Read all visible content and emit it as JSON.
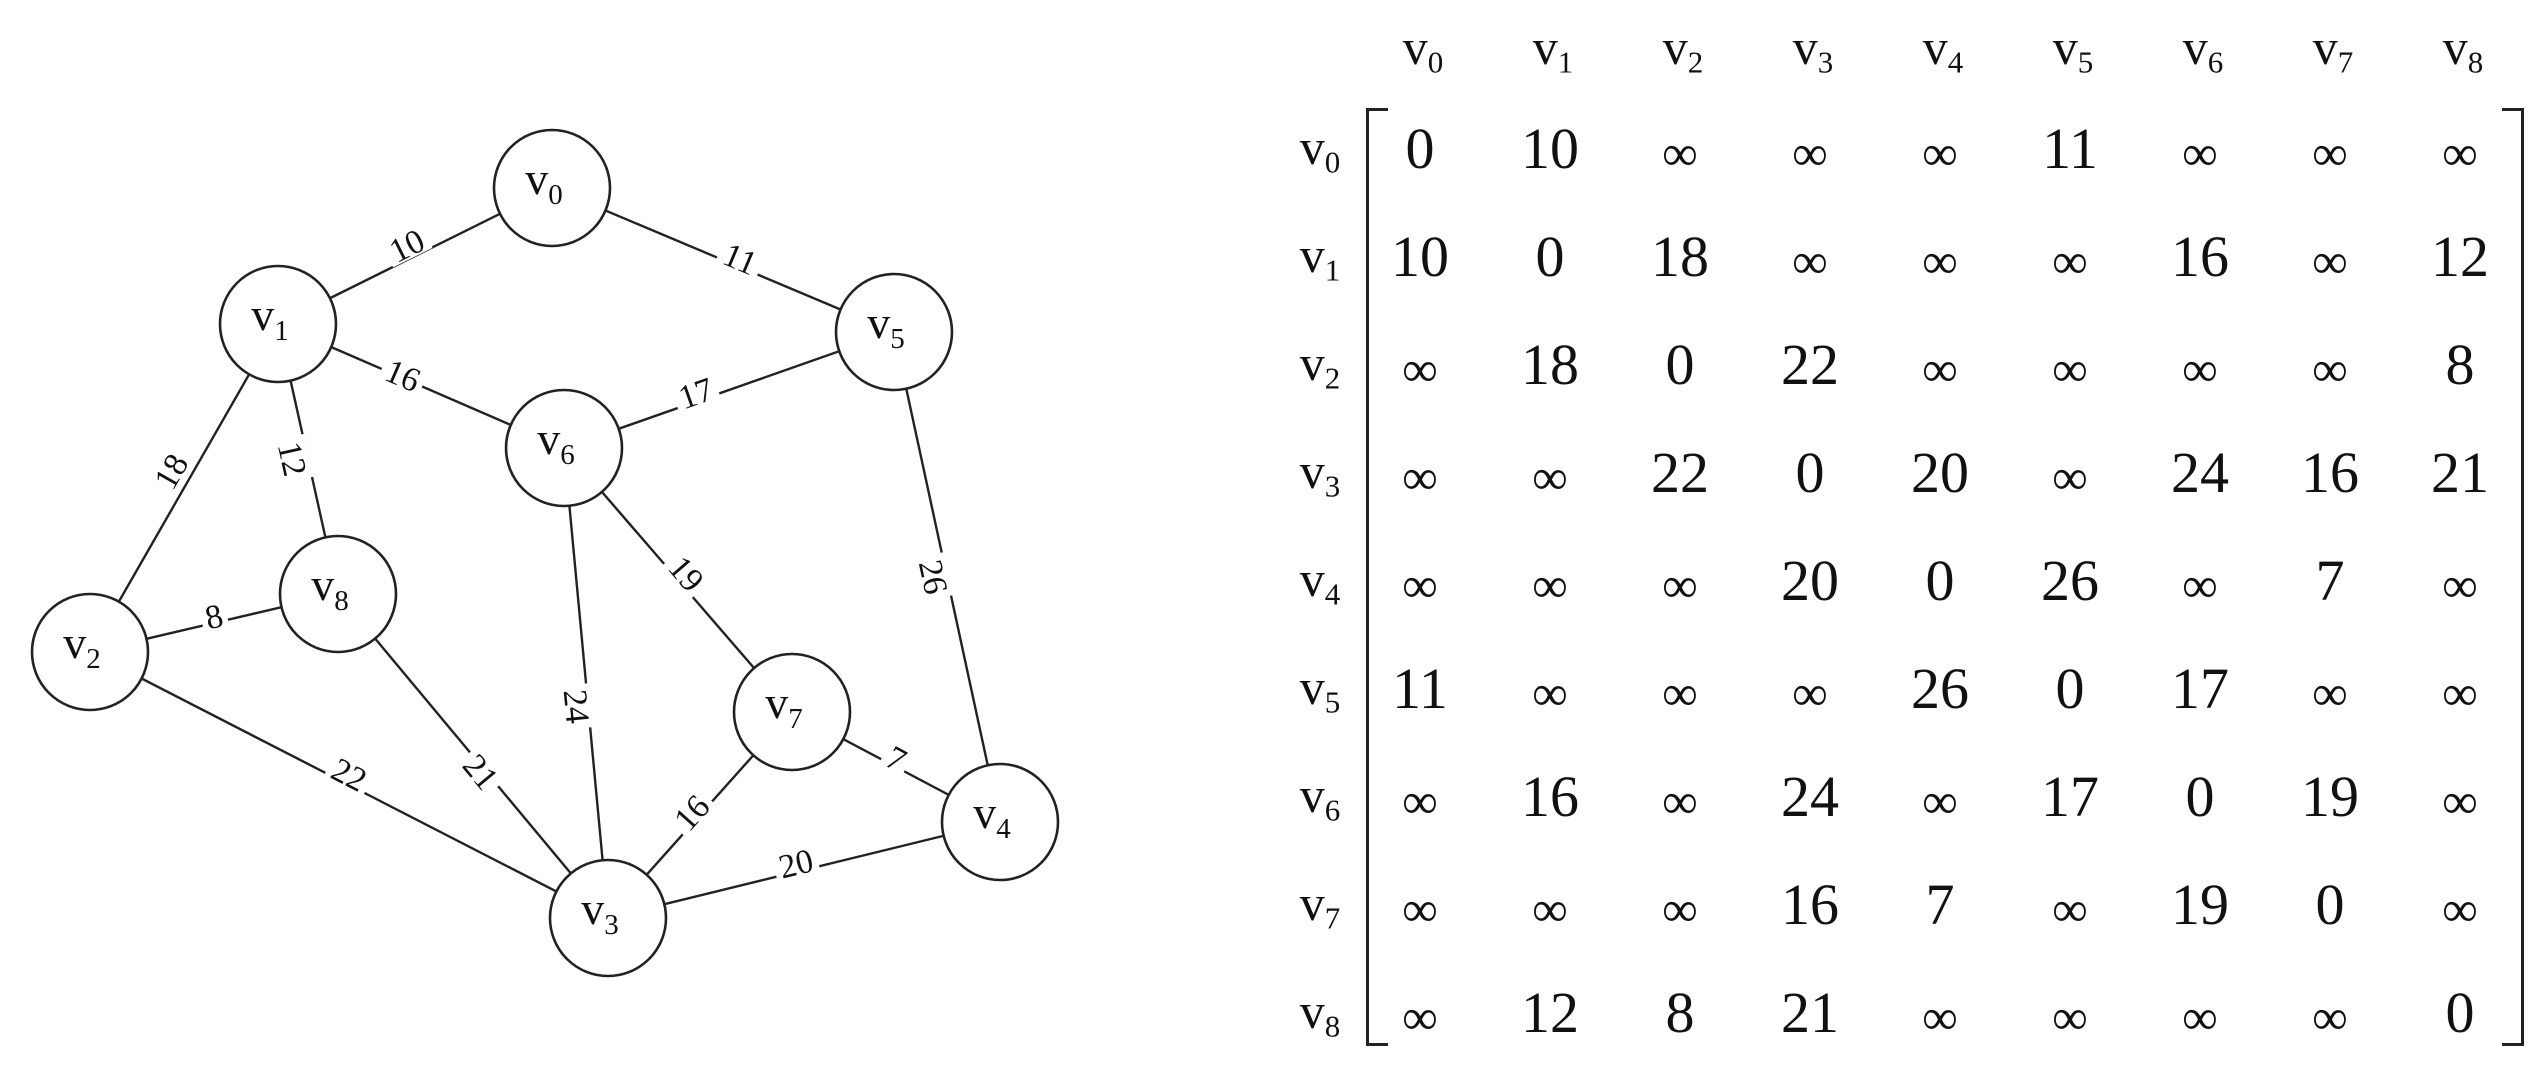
{
  "graph": {
    "nodes": [
      {
        "id": "v0",
        "label": "v",
        "sub": "0"
      },
      {
        "id": "v1",
        "label": "v",
        "sub": "1"
      },
      {
        "id": "v2",
        "label": "v",
        "sub": "2"
      },
      {
        "id": "v3",
        "label": "v",
        "sub": "3"
      },
      {
        "id": "v4",
        "label": "v",
        "sub": "4"
      },
      {
        "id": "v5",
        "label": "v",
        "sub": "5"
      },
      {
        "id": "v6",
        "label": "v",
        "sub": "6"
      },
      {
        "id": "v7",
        "label": "v",
        "sub": "7"
      },
      {
        "id": "v8",
        "label": "v",
        "sub": "8"
      }
    ],
    "edges": [
      {
        "from": "v0",
        "to": "v1",
        "weight": "10"
      },
      {
        "from": "v0",
        "to": "v5",
        "weight": "11"
      },
      {
        "from": "v1",
        "to": "v6",
        "weight": "16"
      },
      {
        "from": "v5",
        "to": "v6",
        "weight": "17"
      },
      {
        "from": "v1",
        "to": "v2",
        "weight": "18"
      },
      {
        "from": "v1",
        "to": "v8",
        "weight": "12"
      },
      {
        "from": "v2",
        "to": "v8",
        "weight": "8"
      },
      {
        "from": "v2",
        "to": "v3",
        "weight": "22"
      },
      {
        "from": "v8",
        "to": "v3",
        "weight": "21"
      },
      {
        "from": "v6",
        "to": "v3",
        "weight": "24"
      },
      {
        "from": "v6",
        "to": "v7",
        "weight": "19"
      },
      {
        "from": "v7",
        "to": "v3",
        "weight": "16"
      },
      {
        "from": "v7",
        "to": "v4",
        "weight": "7"
      },
      {
        "from": "v3",
        "to": "v4",
        "weight": "20"
      },
      {
        "from": "v5",
        "to": "v4",
        "weight": "26"
      }
    ]
  },
  "matrix": {
    "headers": [
      {
        "label": "v",
        "sub": "0"
      },
      {
        "label": "v",
        "sub": "1"
      },
      {
        "label": "v",
        "sub": "2"
      },
      {
        "label": "v",
        "sub": "3"
      },
      {
        "label": "v",
        "sub": "4"
      },
      {
        "label": "v",
        "sub": "5"
      },
      {
        "label": "v",
        "sub": "6"
      },
      {
        "label": "v",
        "sub": "7"
      },
      {
        "label": "v",
        "sub": "8"
      }
    ],
    "rows": [
      [
        "0",
        "10",
        "∞",
        "∞",
        "∞",
        "11",
        "∞",
        "∞",
        "∞"
      ],
      [
        "10",
        "0",
        "18",
        "∞",
        "∞",
        "∞",
        "16",
        "∞",
        "12"
      ],
      [
        "∞",
        "18",
        "0",
        "22",
        "∞",
        "∞",
        "∞",
        "∞",
        "8"
      ],
      [
        "∞",
        "∞",
        "22",
        "0",
        "20",
        "∞",
        "24",
        "16",
        "21"
      ],
      [
        "∞",
        "∞",
        "∞",
        "20",
        "0",
        "26",
        "∞",
        "7",
        "∞"
      ],
      [
        "11",
        "∞",
        "∞",
        "∞",
        "26",
        "0",
        "17",
        "∞",
        "∞"
      ],
      [
        "∞",
        "16",
        "∞",
        "24",
        "∞",
        "17",
        "0",
        "19",
        "∞"
      ],
      [
        "∞",
        "∞",
        "∞",
        "16",
        "7",
        "∞",
        "19",
        "0",
        "∞"
      ],
      [
        "∞",
        "12",
        "8",
        "21",
        "∞",
        "∞",
        "∞",
        "∞",
        "0"
      ]
    ]
  }
}
